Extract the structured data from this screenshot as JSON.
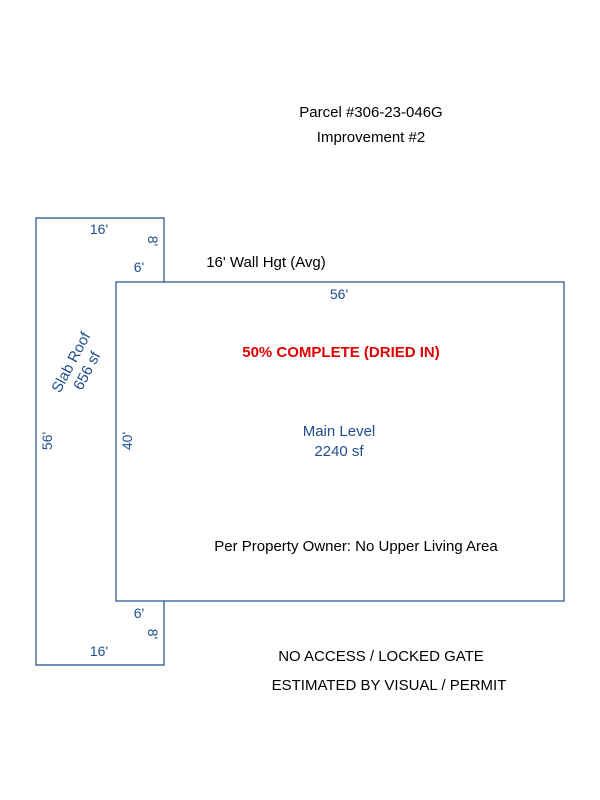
{
  "header": {
    "parcel": "Parcel #306-23-046G",
    "improvement": "Improvement #2"
  },
  "slab": {
    "label_line1": "Slab Roof",
    "label_line2": "656 sf",
    "dim_top_width": "16'",
    "dim_top_notch": "8'",
    "dim_top_offset": "6'",
    "dim_left_height": "56'",
    "dim_bottom_offset": "6'",
    "dim_bottom_notch": "8'",
    "dim_bottom_width": "16'"
  },
  "main": {
    "wall_height": "16' Wall Hgt (Avg)",
    "dim_width": "56'",
    "dim_height": "40'",
    "status": "50% COMPLETE (DRIED IN)",
    "level_name": "Main Level",
    "level_area": "2240 sf",
    "owner_note": "Per Property Owner: No Upper Living Area"
  },
  "footer": {
    "access_note": "NO ACCESS / LOCKED GATE",
    "estimate_note": "ESTIMATED BY VISUAL / PERMIT"
  },
  "colors": {
    "outline": "#1f4e8c",
    "label": "#1f4e8c",
    "status": "#e00000",
    "text": "#000000"
  }
}
